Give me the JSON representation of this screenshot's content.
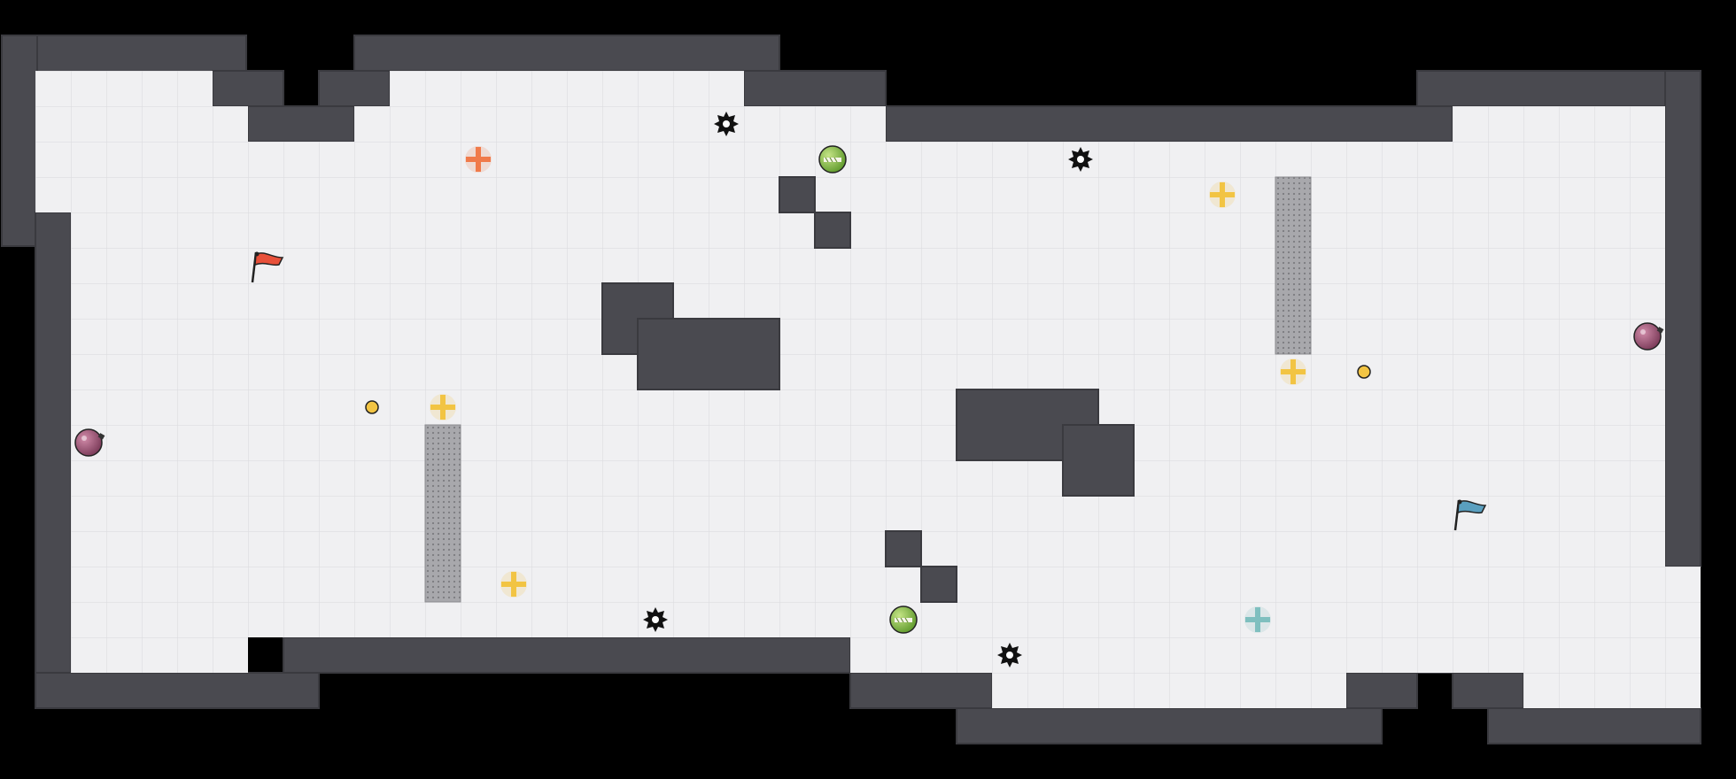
{
  "game": {
    "map_rows": [
      "000000000000000000000000000000000000000000000000000",
      "000000000000000000000000000000000000000000000000000",
      "000000000000000000000000000000000000000000000000000",
      "000000000000000000000000000000000000000000000000000",
      "000000000000000000000000000000000000000000000000000",
      "000000000000000000000000000000000000000000000000000",
      "000000000000000000000000000000000000000000000000000",
      "000000000000000000000000000000000000000000000000000",
      "000000000000000000000000000000000000000000000000000",
      "000000000000000000000000000000000000000000000000000",
      "000000000000000000000000000000000000000000000000000",
      "000000000000000000000000000000000000000000000000000",
      "000000000000000000000000000000000000000000000000000",
      "000000000000000000000000000000000000000000000000000",
      "000000000000000000000000000000000000000000000000000",
      "000000000000000000000000000000000000000000000000000",
      "000000000000000000000000000000000000000000000000000",
      "000000000000000000000000000000000000000000000000000",
      "000000000000000000000000000000000000000000000000000",
      "000000000000000000000000000000000000000000000000000",
      "000000000000000000000000000000000000000000000000000",
      "000000000000000000000000000000000000000000000000000"
    ],
    "colors": {
      "floor": "#f0f0f2",
      "floor_grid": "#d9d9dc",
      "wall": "#4a4a50",
      "wall_edge": "#3a3a3f",
      "void": "#000000",
      "gate_fill": "#a8a8ac",
      "gate_dot": "#7c7c80",
      "red_team": "#e8503a",
      "blue_team": "#5a9fbf",
      "neutral_boost": "#f2c443",
      "red_boost": "#f07a4a",
      "blue_boost": "#7fbfbf",
      "bomb": "#b05a7a",
      "spike": "#111111",
      "powerup": "#8fc34a",
      "button": "#f2c443"
    },
    "icons": {
      "red_flag": "red-flag-icon",
      "blue_flag": "blue-flag-icon",
      "boost": "boost-icon",
      "spike": "spike-icon",
      "bomb": "bomb-icon",
      "powerup": "powerup-icon",
      "button": "button-icon",
      "gate": "gate-icon"
    }
  }
}
